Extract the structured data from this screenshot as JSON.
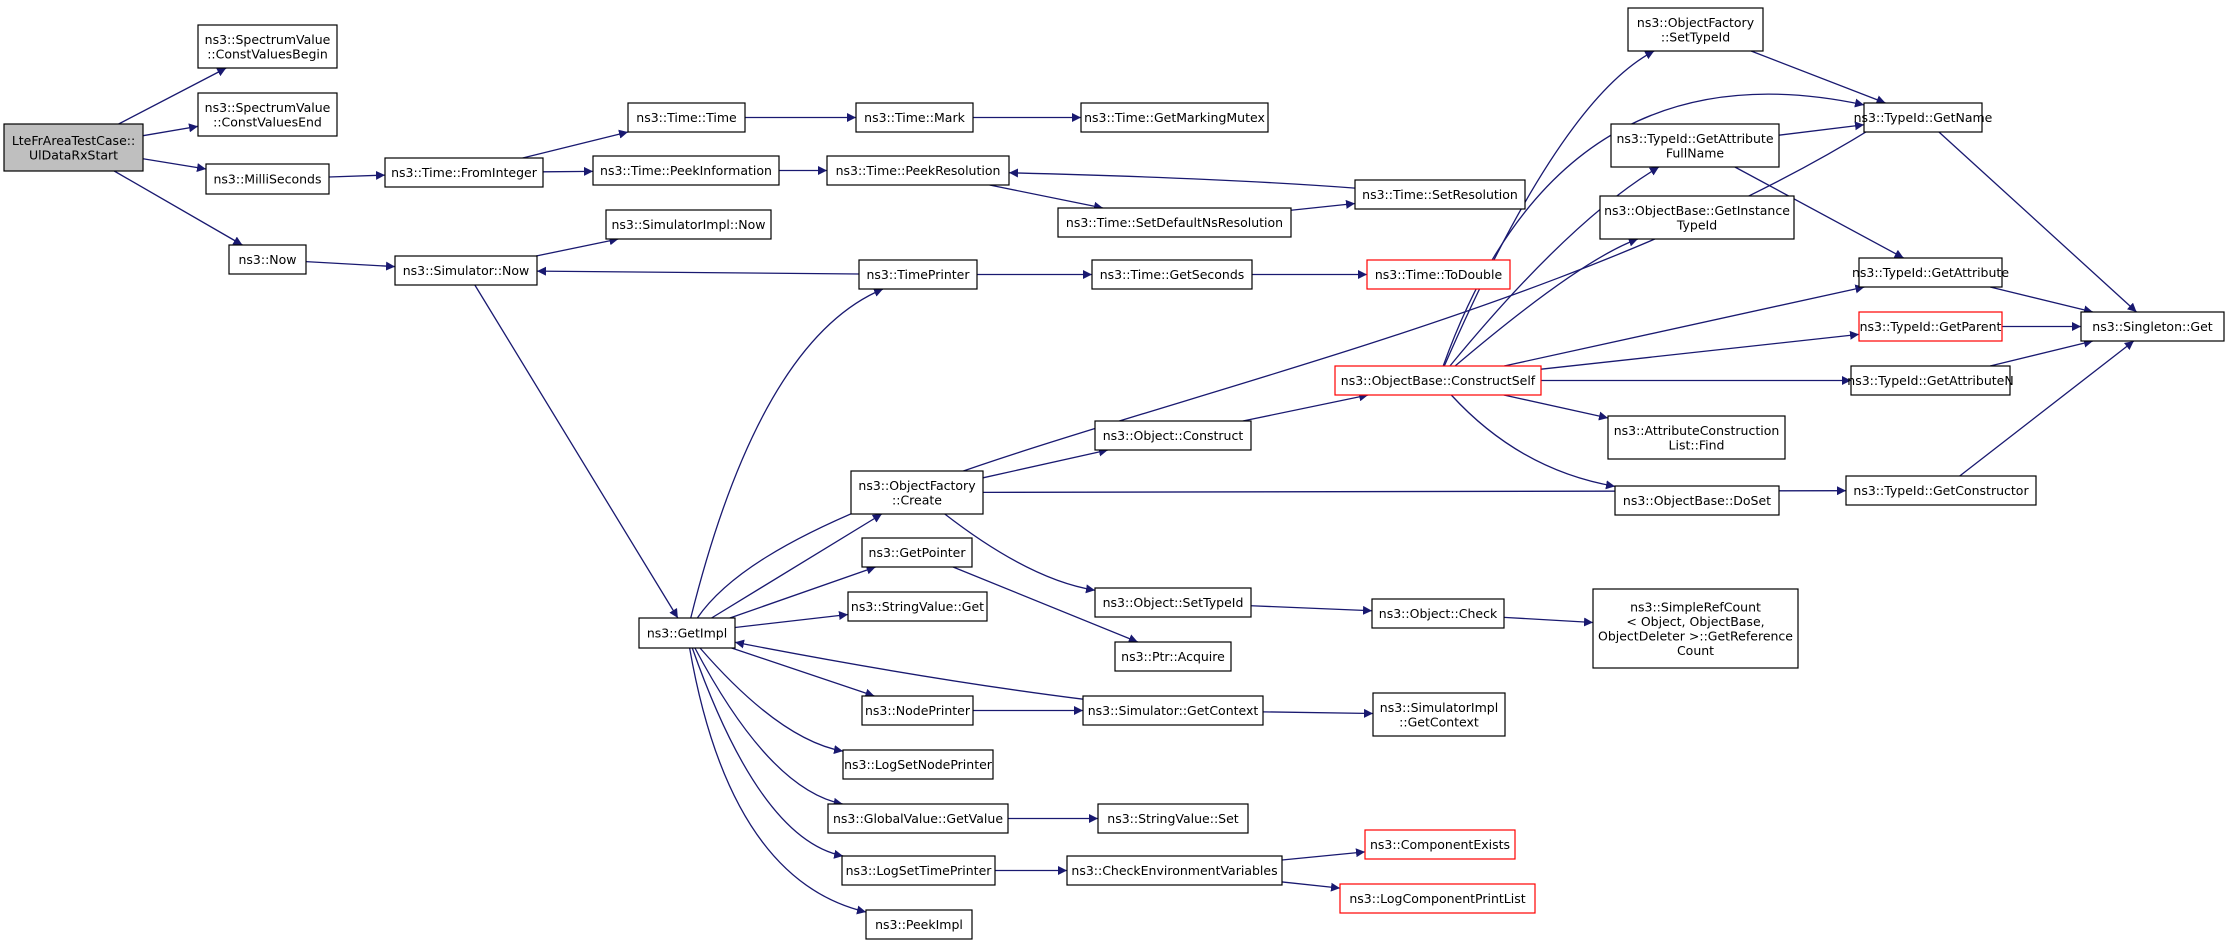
{
  "colors": {
    "edge": "#191970",
    "node_border": "#000000",
    "node_border_highlight": "#ff0000",
    "node_fill": "#ffffff",
    "root_fill": "#bfbfbf",
    "text": "#000000"
  },
  "nodes": [
    {
      "id": "root",
      "lines": [
        "LteFrAreaTestCase::",
        "UlDataRxStart"
      ],
      "style": "root"
    },
    {
      "id": "svcb",
      "lines": [
        "ns3::SpectrumValue",
        "::ConstValuesBegin"
      ]
    },
    {
      "id": "svce",
      "lines": [
        "ns3::SpectrumValue",
        "::ConstValuesEnd"
      ]
    },
    {
      "id": "ms",
      "lines": [
        "ns3::MilliSeconds"
      ]
    },
    {
      "id": "now",
      "lines": [
        "ns3::Now"
      ]
    },
    {
      "id": "fromint",
      "lines": [
        "ns3::Time::FromInteger"
      ]
    },
    {
      "id": "ttime",
      "lines": [
        "ns3::Time::Time"
      ]
    },
    {
      "id": "tmark",
      "lines": [
        "ns3::Time::Mark"
      ]
    },
    {
      "id": "getmm",
      "lines": [
        "ns3::Time::GetMarkingMutex"
      ]
    },
    {
      "id": "peekinfo",
      "lines": [
        "ns3::Time::PeekInformation"
      ]
    },
    {
      "id": "peekres",
      "lines": [
        "ns3::Time::PeekResolution"
      ]
    },
    {
      "id": "setdef",
      "lines": [
        "ns3::Time::SetDefaultNsResolution"
      ]
    },
    {
      "id": "setres",
      "lines": [
        "ns3::Time::SetResolution"
      ]
    },
    {
      "id": "simnow",
      "lines": [
        "ns3::Simulator::Now"
      ]
    },
    {
      "id": "simimplnow",
      "lines": [
        "ns3::SimulatorImpl::Now"
      ]
    },
    {
      "id": "timeprinter",
      "lines": [
        "ns3::TimePrinter"
      ]
    },
    {
      "id": "getsec",
      "lines": [
        "ns3::Time::GetSeconds"
      ]
    },
    {
      "id": "todouble",
      "lines": [
        "ns3::Time::ToDouble"
      ],
      "style": "highlight"
    },
    {
      "id": "getimpl",
      "lines": [
        "ns3::GetImpl"
      ]
    },
    {
      "id": "ofcreate",
      "lines": [
        "ns3::ObjectFactory",
        "::Create"
      ]
    },
    {
      "id": "objconstruct",
      "lines": [
        "ns3::Object::Construct"
      ]
    },
    {
      "id": "constructself",
      "lines": [
        "ns3::ObjectBase::ConstructSelf"
      ],
      "style": "highlight"
    },
    {
      "id": "ofsettype",
      "lines": [
        "ns3::ObjectFactory",
        "::SetTypeId"
      ]
    },
    {
      "id": "tigetname",
      "lines": [
        "ns3::TypeId::GetName"
      ]
    },
    {
      "id": "tigetattrfull",
      "lines": [
        "ns3::TypeId::GetAttribute",
        "FullName"
      ]
    },
    {
      "id": "obgetinst",
      "lines": [
        "ns3::ObjectBase::GetInstance",
        "TypeId"
      ]
    },
    {
      "id": "tigetattr",
      "lines": [
        "ns3::TypeId::GetAttribute"
      ]
    },
    {
      "id": "tigetparent",
      "lines": [
        "ns3::TypeId::GetParent"
      ],
      "style": "highlight"
    },
    {
      "id": "singleton",
      "lines": [
        "ns3::Singleton::Get"
      ]
    },
    {
      "id": "tigetattrn",
      "lines": [
        "ns3::TypeId::GetAttributeN"
      ]
    },
    {
      "id": "acfind",
      "lines": [
        "ns3::AttributeConstruction",
        "List::Find"
      ]
    },
    {
      "id": "obdoset",
      "lines": [
        "ns3::ObjectBase::DoSet"
      ]
    },
    {
      "id": "tigetctor",
      "lines": [
        "ns3::TypeId::GetConstructor"
      ]
    },
    {
      "id": "getpointer",
      "lines": [
        "ns3::GetPointer"
      ]
    },
    {
      "id": "strvget",
      "lines": [
        "ns3::StringValue::Get"
      ]
    },
    {
      "id": "objsettype",
      "lines": [
        "ns3::Object::SetTypeId"
      ]
    },
    {
      "id": "objcheck",
      "lines": [
        "ns3::Object::Check"
      ]
    },
    {
      "id": "simpleref",
      "lines": [
        "ns3::SimpleRefCount",
        "< Object, ObjectBase,",
        " ObjectDeleter >::GetReference",
        "Count"
      ]
    },
    {
      "id": "ptracq",
      "lines": [
        "ns3::Ptr::Acquire"
      ]
    },
    {
      "id": "nodeprinter",
      "lines": [
        "ns3::NodePrinter"
      ]
    },
    {
      "id": "simgetctx",
      "lines": [
        "ns3::Simulator::GetContext"
      ]
    },
    {
      "id": "simimplctx",
      "lines": [
        "ns3::SimulatorImpl",
        "::GetContext"
      ]
    },
    {
      "id": "logsetnp",
      "lines": [
        "ns3::LogSetNodePrinter"
      ]
    },
    {
      "id": "gvgetval",
      "lines": [
        "ns3::GlobalValue::GetValue"
      ]
    },
    {
      "id": "strvset",
      "lines": [
        "ns3::StringValue::Set"
      ]
    },
    {
      "id": "logsettp",
      "lines": [
        "ns3::LogSetTimePrinter"
      ]
    },
    {
      "id": "checkenv",
      "lines": [
        "ns3::CheckEnvironmentVariables"
      ]
    },
    {
      "id": "compexists",
      "lines": [
        "ns3::ComponentExists"
      ],
      "style": "highlight"
    },
    {
      "id": "logcomppl",
      "lines": [
        "ns3::LogComponentPrintList"
      ],
      "style": "highlight"
    },
    {
      "id": "peekimpl",
      "lines": [
        "ns3::PeekImpl"
      ]
    }
  ],
  "edges": [
    [
      "root",
      "svcb"
    ],
    [
      "root",
      "svce"
    ],
    [
      "root",
      "ms"
    ],
    [
      "root",
      "now"
    ],
    [
      "ms",
      "fromint"
    ],
    [
      "fromint",
      "ttime"
    ],
    [
      "fromint",
      "peekinfo"
    ],
    [
      "ttime",
      "tmark"
    ],
    [
      "tmark",
      "getmm"
    ],
    [
      "peekinfo",
      "peekres"
    ],
    [
      "peekres",
      "setdef"
    ],
    [
      "setdef",
      "setres"
    ],
    [
      "setres",
      "peekres"
    ],
    [
      "now",
      "simnow"
    ],
    [
      "simnow",
      "simimplnow"
    ],
    [
      "simnow",
      "getimpl"
    ],
    [
      "timeprinter",
      "simnow"
    ],
    [
      "timeprinter",
      "getsec"
    ],
    [
      "getsec",
      "todouble"
    ],
    [
      "getimpl",
      "timeprinter"
    ],
    [
      "getimpl",
      "tigetname"
    ],
    [
      "getimpl",
      "ofcreate"
    ],
    [
      "getimpl",
      "getpointer"
    ],
    [
      "getimpl",
      "strvget"
    ],
    [
      "getimpl",
      "nodeprinter"
    ],
    [
      "getimpl",
      "logsetnp"
    ],
    [
      "getimpl",
      "gvgetval"
    ],
    [
      "getimpl",
      "logsettp"
    ],
    [
      "getimpl",
      "peekimpl"
    ],
    [
      "ofcreate",
      "objconstruct"
    ],
    [
      "ofcreate",
      "objsettype"
    ],
    [
      "ofcreate",
      "tigetctor"
    ],
    [
      "objconstruct",
      "constructself"
    ],
    [
      "constructself",
      "ofsettype"
    ],
    [
      "constructself",
      "tigetname"
    ],
    [
      "constructself",
      "tigetattrfull"
    ],
    [
      "constructself",
      "obgetinst"
    ],
    [
      "constructself",
      "tigetattr"
    ],
    [
      "constructself",
      "tigetparent"
    ],
    [
      "constructself",
      "tigetattrn"
    ],
    [
      "constructself",
      "acfind"
    ],
    [
      "constructself",
      "obdoset"
    ],
    [
      "ofsettype",
      "tigetname"
    ],
    [
      "tigetattrfull",
      "tigetname"
    ],
    [
      "tigetattrfull",
      "tigetattr"
    ],
    [
      "tigetname",
      "singleton"
    ],
    [
      "tigetattr",
      "singleton"
    ],
    [
      "tigetparent",
      "singleton"
    ],
    [
      "tigetattrn",
      "singleton"
    ],
    [
      "tigetctor",
      "singleton"
    ],
    [
      "getpointer",
      "ptracq"
    ],
    [
      "objsettype",
      "objcheck"
    ],
    [
      "objcheck",
      "simpleref"
    ],
    [
      "nodeprinter",
      "simgetctx"
    ],
    [
      "simgetctx",
      "getimpl"
    ],
    [
      "simgetctx",
      "simimplctx"
    ],
    [
      "gvgetval",
      "strvset"
    ],
    [
      "logsettp",
      "checkenv"
    ],
    [
      "checkenv",
      "compexists"
    ],
    [
      "checkenv",
      "logcomppl"
    ]
  ]
}
